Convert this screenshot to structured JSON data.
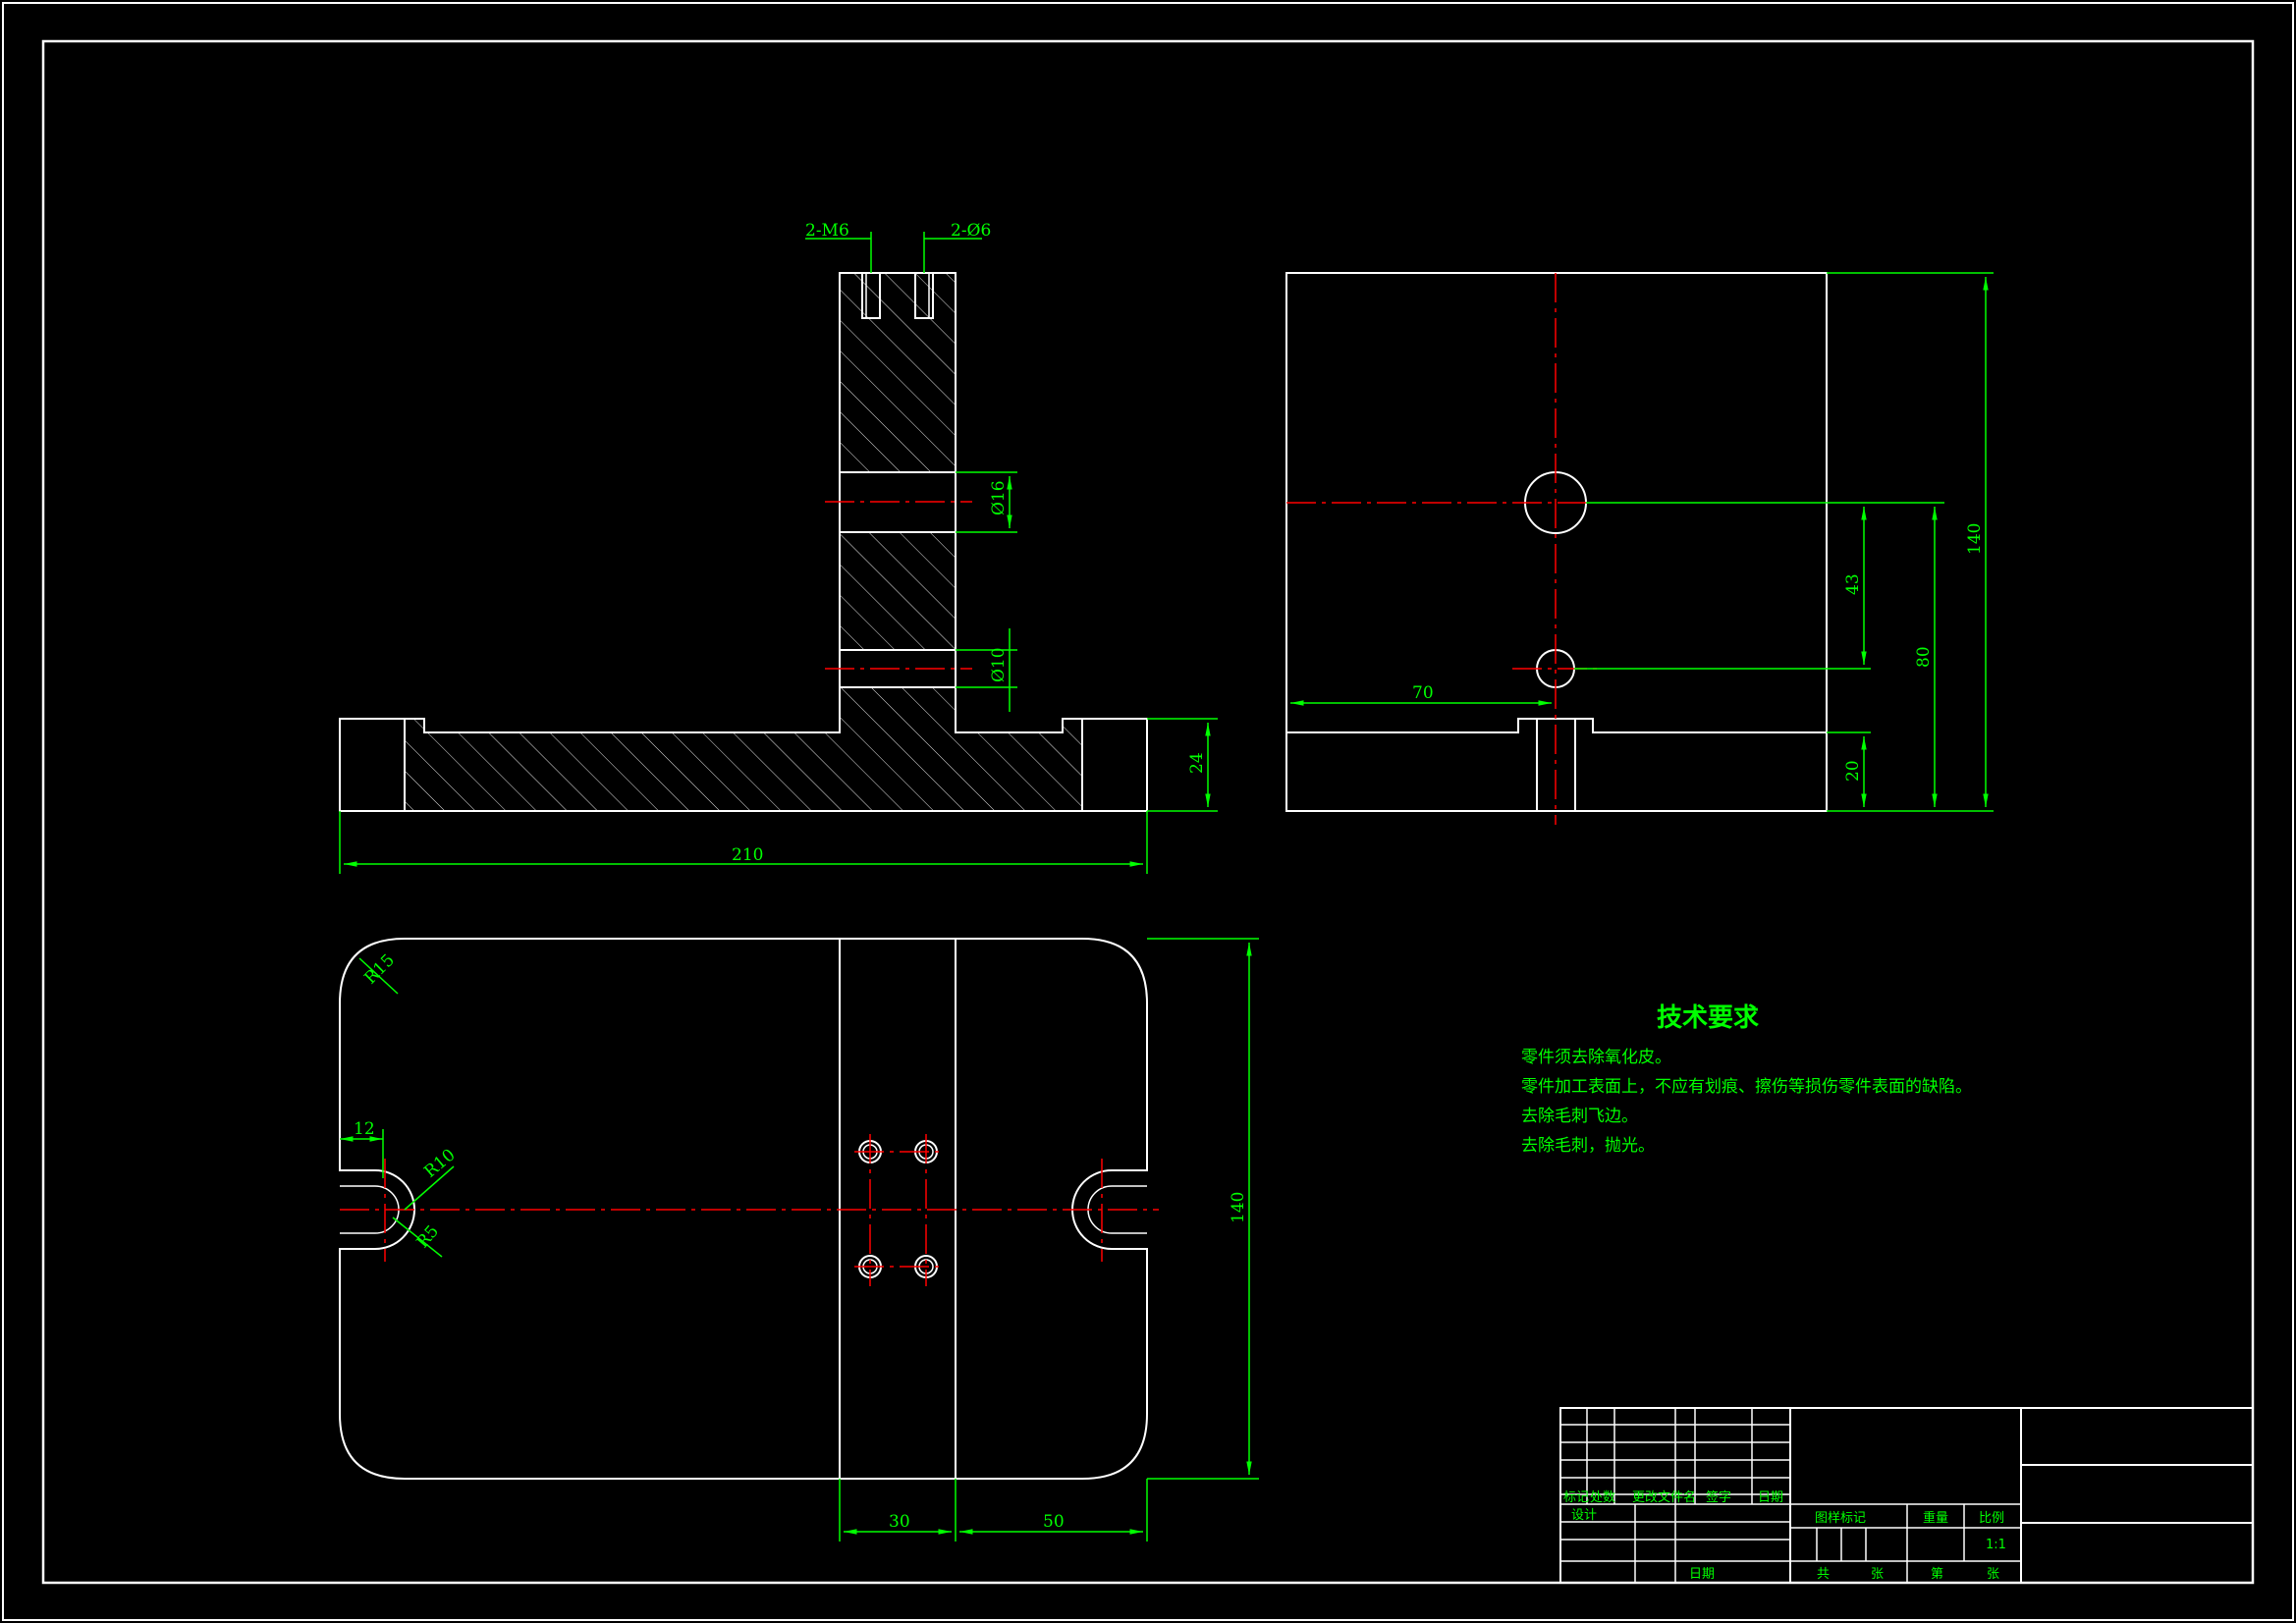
{
  "front_view": {
    "top_left_label": "2-M6",
    "top_right_label": "2-Ø6",
    "hole_large": "Ø16",
    "hole_small": "Ø10",
    "thickness": "24",
    "overall_width": "210"
  },
  "side_view": {
    "height_overall": "140",
    "dist_80": "80",
    "dist_43": "43",
    "dist_20": "20",
    "dist_70": "70"
  },
  "top_view": {
    "corner_radius": "R15",
    "slot_width": "12",
    "slot_radius": "R10",
    "slot_radius_small": "R5",
    "height": "140",
    "width_30": "30",
    "width_50": "50"
  },
  "technical_requirements": {
    "title": "技术要求",
    "lines": [
      "零件须去除氧化皮。",
      "零件加工表面上，不应有划痕、擦伤等损伤零件表面的缺陷。",
      "去除毛刺飞边。",
      "去除毛刺，抛光。"
    ]
  },
  "title_block": {
    "c1": "标记",
    "c2": "处数",
    "c3": "更改文件名",
    "c4": "签字",
    "c5": "日期",
    "design": "设计",
    "date": "日期",
    "stage": "图样标记",
    "weight": "重量",
    "scale_label": "比例",
    "scale": "1:1",
    "total": "共",
    "sheets": "张",
    "sheet_no": "第",
    "sheet": "张"
  },
  "colors": {
    "background": "#000000",
    "lines": "#ffffff",
    "dimensions": "#00ff00",
    "centerlines": "#ff0000"
  }
}
